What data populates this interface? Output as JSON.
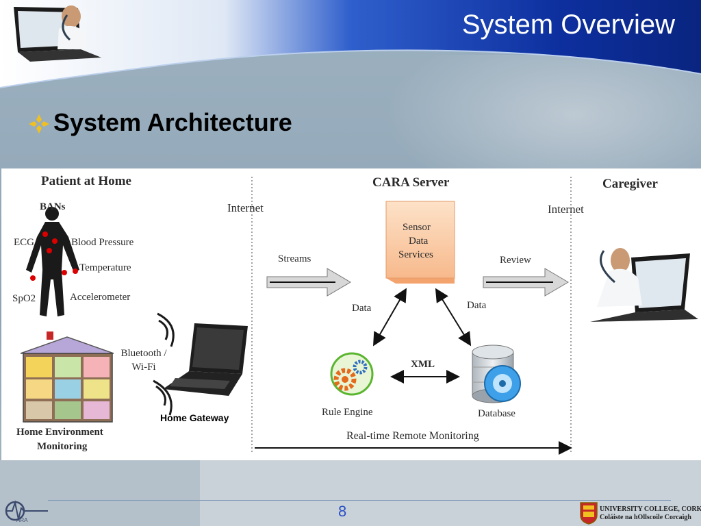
{
  "slide": {
    "title": "System Overview",
    "subtitle": "System Architecture",
    "page_number": "8",
    "colors": {
      "header_blue": "#0a2a9c",
      "accent_blue": "#3a6fd8",
      "bullet_yellow": "#f0c020"
    }
  },
  "diagram": {
    "sections": {
      "patient": "Patient at Home",
      "server": "CARA Server",
      "caregiver": "Caregiver"
    },
    "internet_left": "Internet",
    "internet_right": "Internet",
    "bans": "BANs",
    "sensors": {
      "ecg": "ECG",
      "blood_pressure": "Blood Pressure",
      "temperature": "Temperature",
      "spo2": "SpO2",
      "accelerometer": "Accelerometer"
    },
    "connectivity": "Bluetooth / Wi-Fi",
    "home_gateway": "Home Gateway",
    "home_env_line1": "Home Environment",
    "home_env_line2": "Monitoring",
    "streams": "Streams",
    "review": "Review",
    "sensor_line1": "Sensor",
    "sensor_line2": "Data",
    "sensor_line3": "Services",
    "data_left": "Data",
    "data_right": "Data",
    "xml": "XML",
    "rule_engine": "Rule Engine",
    "database": "Database",
    "realtime": "Real-time Remote Monitoring"
  },
  "footer": {
    "ucc_line1": "UNIVERSITY COLLEGE, CORK",
    "ucc_line2": "Coláiste na hOllscoile Corcaigh"
  }
}
